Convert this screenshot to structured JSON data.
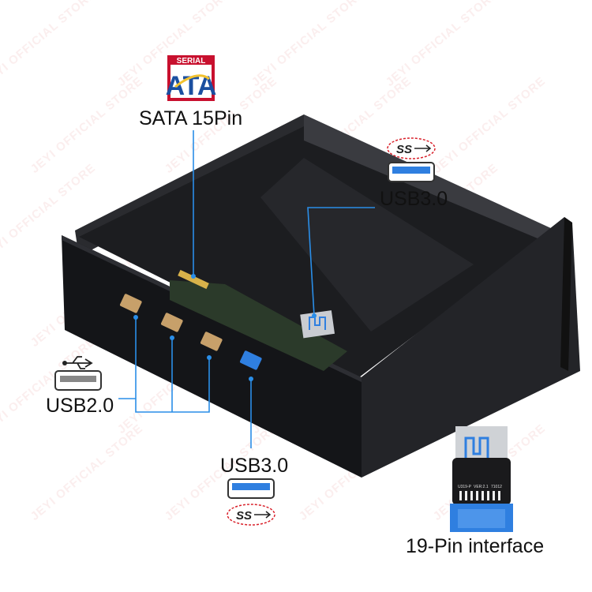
{
  "watermark": "JEYI OFFICIAL STORE",
  "logo": {
    "top": "SERIAL",
    "main": "ATA"
  },
  "labels": {
    "sata": "SATA 15Pin",
    "usb3_top": "USB3.0",
    "usb2": "USB2.0",
    "usb3_bottom": "USB3.0",
    "pin19": "19-Pin interface"
  },
  "ss_logo": "SS",
  "board_marks": [
    "U319-P",
    "VER:2.1",
    "71012"
  ],
  "colors": {
    "callout": "#2a8ee8",
    "ss_red": "#d9202a",
    "sata_blue": "#1b4fa0",
    "sata_red": "#c8102e",
    "connector_blue": "#2f7fe0"
  }
}
